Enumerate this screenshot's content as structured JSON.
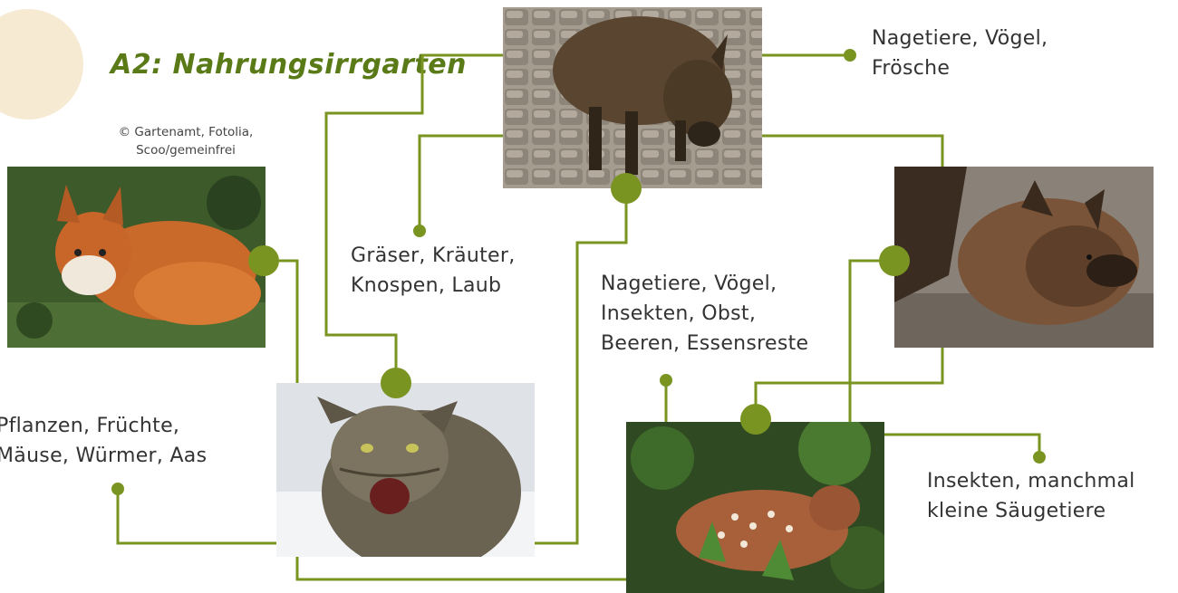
{
  "title": "A2: Nahrungsirrgarten",
  "credit": "© Gartenamt, Fotolia,\nScoo/gemeinfrei",
  "colors": {
    "line": "#7a9422",
    "title": "#5a7a18",
    "badge": "#f7ead3"
  },
  "food_labels": {
    "boar_right": "Nagetiere, Vögel,\nFrösche",
    "boar_left": "Gräser, Kräuter,\nKnospen, Laub",
    "middle": "Nagetiere, Vögel,\nInsekten, Obst,\nBeeren, Essensreste",
    "left": "Pflanzen, Früchte,\nMäuse, Würmer, Aas",
    "bat": "Insekten, manchmal\nkleine Säugetiere"
  },
  "photos": {
    "boar": "wild-boar-photo",
    "fox": "fox-photo",
    "bat": "bat-photo",
    "cat": "wildcat-photo",
    "fawn": "fawn-photo"
  }
}
